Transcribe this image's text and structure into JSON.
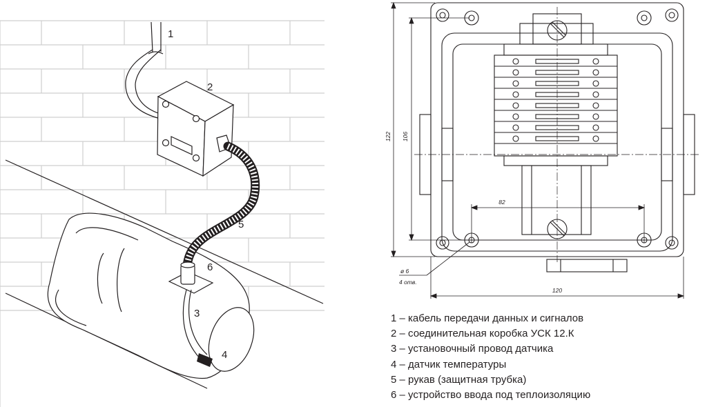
{
  "illustration": {
    "callouts": [
      "1",
      "2",
      "3",
      "4",
      "5",
      "6"
    ]
  },
  "drawing": {
    "dimensions": {
      "overall_height": "122",
      "inner_height": "106",
      "hole_spacing": "82",
      "overall_width": "120",
      "hole_diameter": "ø 6",
      "hole_count": "4 отв."
    }
  },
  "legend": [
    "1 – кабель передачи данных и сигналов",
    "2 – соединительная коробка УСК 12.К",
    "3 – установочный провод датчика",
    "4 – датчик температуры",
    "5 – рукав (защитная трубка)",
    "6 – устройство ввода под теплоизоляцию"
  ],
  "colors": {
    "line": "#231f20",
    "wall": "#cfcfcf",
    "background": "#ffffff"
  }
}
